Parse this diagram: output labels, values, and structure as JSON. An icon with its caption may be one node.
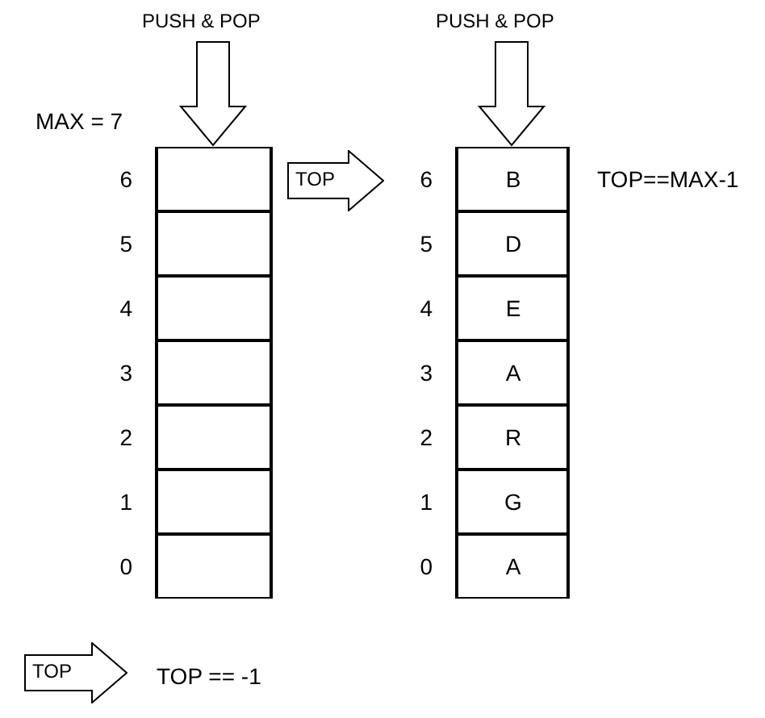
{
  "diagram": {
    "nodes": [
      {
        "text": [
          "PUSH & POP"
        ]
      },
      {
        "text": [],
        "shape": "box"
      },
      {
        "text": [],
        "shape": "box",
        "in": 1,
        "beside": [
          "6"
        ]
      },
      {
        "text": [],
        "shape": "box",
        "in": 1,
        "beside": [
          "5"
        ]
      },
      {
        "text": [],
        "shape": "box",
        "in": 1,
        "beside": [
          "4"
        ]
      },
      {
        "text": [],
        "shape": "box",
        "in": 1,
        "beside": [
          "3"
        ]
      },
      {
        "text": [],
        "shape": "box",
        "in": 1,
        "beside": [
          "2"
        ]
      },
      {
        "text": [],
        "shape": "box",
        "in": 1,
        "beside": [
          "1"
        ]
      },
      {
        "text": [],
        "shape": "box",
        "in": 1,
        "beside": [
          "0"
        ]
      },
      {
        "text": [
          "PUSH & POP"
        ]
      },
      {
        "text": [],
        "shape": "box"
      },
      {
        "text": [
          "B"
        ],
        "in": 10,
        "beside": [
          "6"
        ]
      },
      {
        "text": [
          "D"
        ],
        "in": 10,
        "beside": [
          "5"
        ]
      },
      {
        "text": [
          "E"
        ],
        "in": 10,
        "beside": [
          "4"
        ]
      },
      {
        "text": [
          "A"
        ],
        "in": 10,
        "beside": [
          "3"
        ]
      },
      {
        "text": [
          "R"
        ],
        "in": 10,
        "beside": [
          "2"
        ]
      },
      {
        "text": [
          "G"
        ],
        "in": 10,
        "beside": [
          "1"
        ]
      },
      {
        "text": [
          "A"
        ],
        "in": 10,
        "beside": [
          "0"
        ]
      },
      {
        "text": [
          "TOP"
        ]
      },
      {
        "text": [
          "TOP"
        ]
      }
    ],
    "edges": [
      {
        "from": 0,
        "to": 1,
        "arrow": "to",
        "style": "thick"
      },
      {
        "from": 9,
        "to": 10,
        "arrow": "to",
        "style": "thick"
      }
    ],
    "labels": [
      "MAX = 7",
      "TOP==MAX-1",
      "TOP == -1"
    ]
  }
}
